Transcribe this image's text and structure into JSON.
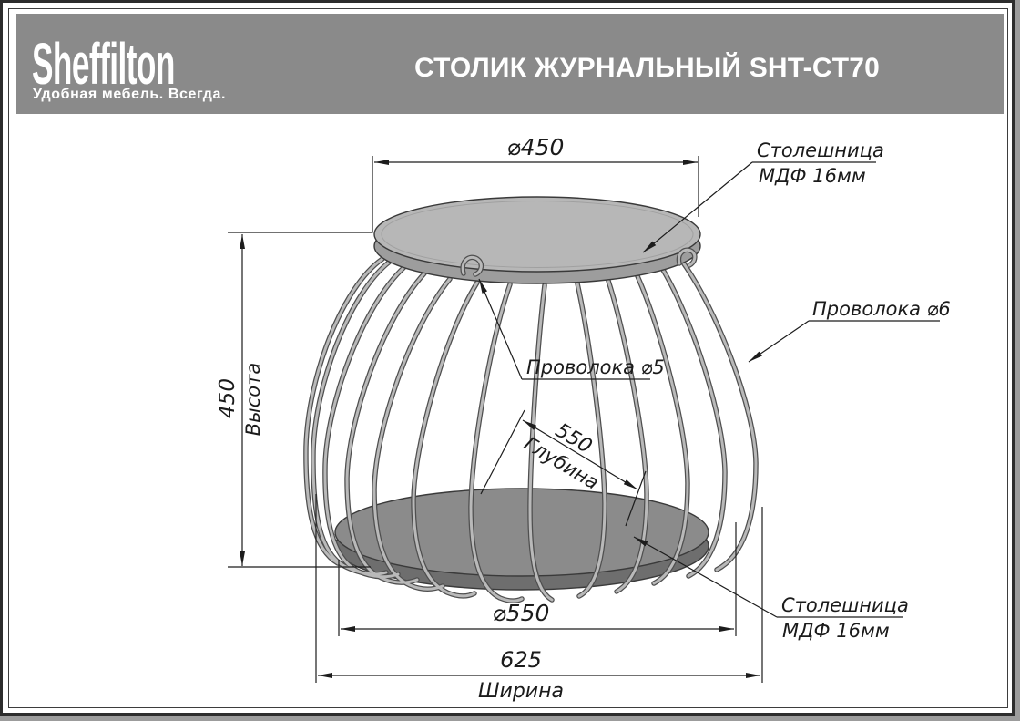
{
  "header": {
    "brand": "Sheffilton",
    "tagline": "Удобная мебель. Всегда.",
    "title": "СТОЛИК ЖУРНАЛЬНЫЙ SHT-CT70"
  },
  "drawing": {
    "dimensions": {
      "top_diameter": "⌀450",
      "height": "450",
      "height_label": "Высота",
      "depth": "550",
      "depth_label": "Глубина",
      "shelf_diameter": "⌀550",
      "width": "625",
      "width_label": "Ширина"
    },
    "callouts": {
      "tabletop_top_line1": "Столешница",
      "tabletop_top_line2": "МДФ 16мм",
      "wire_top": "Проволока ⌀5",
      "wire_side": "Проволока ⌀6",
      "shelf_line1": "Столешница",
      "shelf_line2": "МДФ 16мм"
    },
    "colors": {
      "header_bg": "#8a8a8a",
      "tabletop": "#b7b7b7",
      "shelf": "#8b8b8b",
      "line": "#1c1c1c"
    }
  }
}
